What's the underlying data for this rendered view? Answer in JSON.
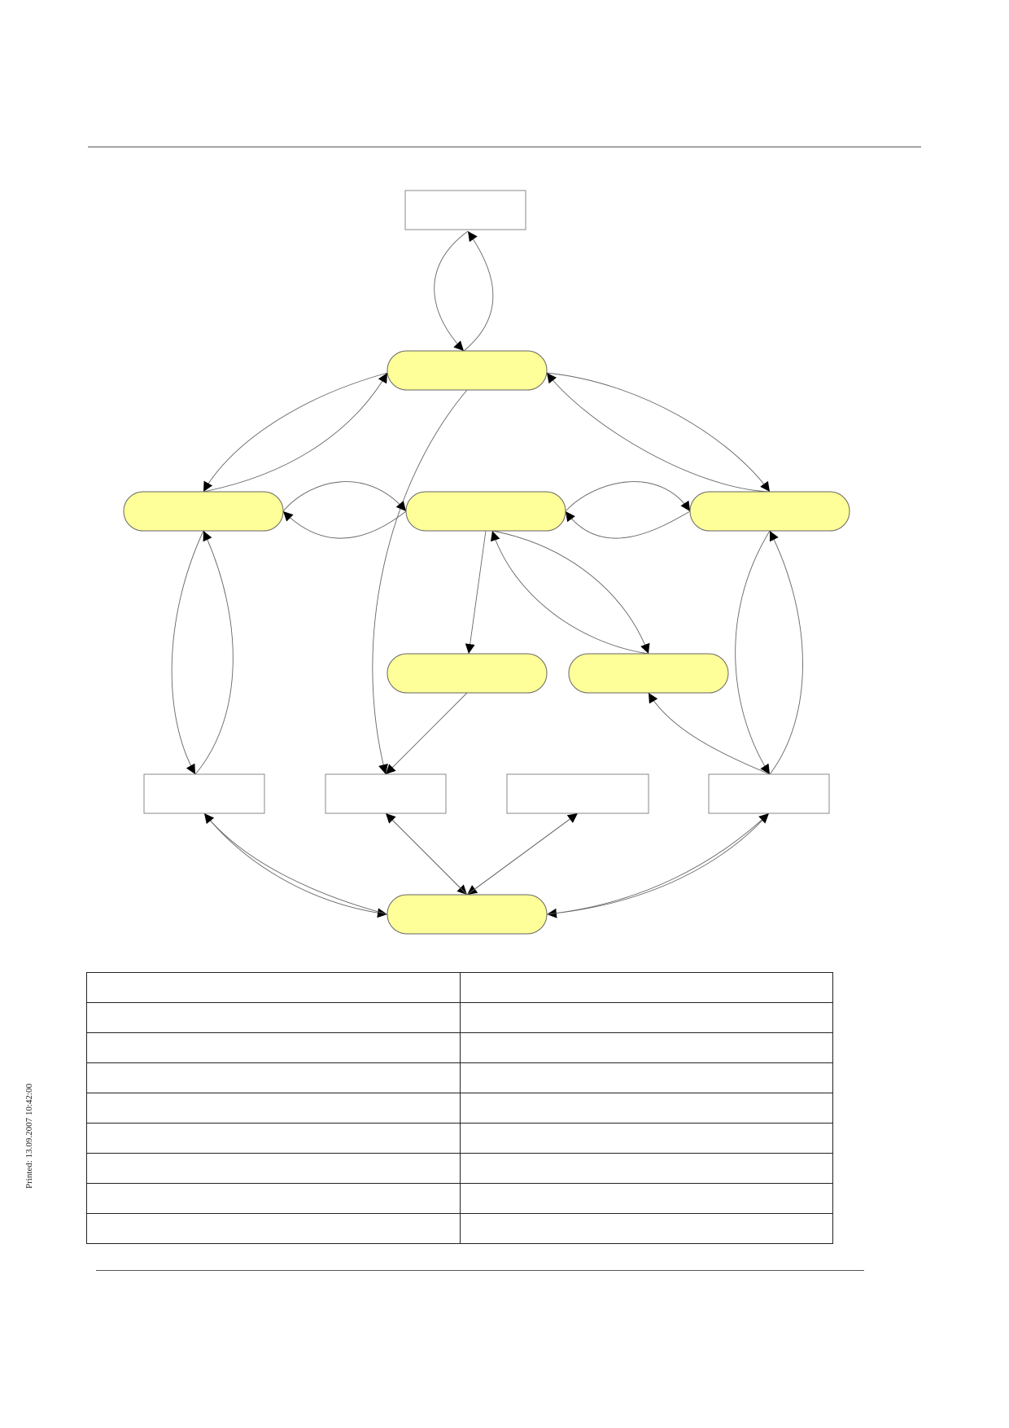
{
  "colors": {
    "state_fill": "#ffff99",
    "state_stroke": "#666666",
    "box_stroke": "#888888",
    "edge": "#666666",
    "arrowhead": "#000000"
  },
  "diagram": {
    "nodes": [
      {
        "id": "box-top",
        "shape": "box",
        "label": ""
      },
      {
        "id": "state-1",
        "shape": "state",
        "label": ""
      },
      {
        "id": "state-left",
        "shape": "state",
        "label": ""
      },
      {
        "id": "state-center",
        "shape": "state",
        "label": ""
      },
      {
        "id": "state-right",
        "shape": "state",
        "label": ""
      },
      {
        "id": "state-mid-left",
        "shape": "state",
        "label": ""
      },
      {
        "id": "state-mid-right",
        "shape": "state",
        "label": ""
      },
      {
        "id": "box-1",
        "shape": "box",
        "label": ""
      },
      {
        "id": "box-2",
        "shape": "box",
        "label": ""
      },
      {
        "id": "box-3",
        "shape": "box",
        "label": ""
      },
      {
        "id": "box-4",
        "shape": "box",
        "label": ""
      },
      {
        "id": "state-bottom",
        "shape": "state",
        "label": ""
      }
    ],
    "edges": [
      {
        "from": "state-1",
        "to": "box-top"
      },
      {
        "from": "box-top",
        "to": "state-1"
      },
      {
        "from": "state-1",
        "to": "state-left"
      },
      {
        "from": "state-left",
        "to": "state-1"
      },
      {
        "from": "state-1",
        "to": "state-right"
      },
      {
        "from": "state-right",
        "to": "state-1"
      },
      {
        "from": "state-1",
        "to": "box-2"
      },
      {
        "from": "state-center",
        "to": "state-left"
      },
      {
        "from": "state-left",
        "to": "state-center"
      },
      {
        "from": "state-right",
        "to": "state-center"
      },
      {
        "from": "state-center",
        "to": "state-right"
      },
      {
        "from": "state-center",
        "to": "state-mid-left"
      },
      {
        "from": "state-center",
        "to": "state-mid-right"
      },
      {
        "from": "state-mid-right",
        "to": "state-center"
      },
      {
        "from": "state-mid-left",
        "to": "box-2"
      },
      {
        "from": "state-left",
        "to": "box-1"
      },
      {
        "from": "box-1",
        "to": "state-left"
      },
      {
        "from": "state-right",
        "to": "box-4"
      },
      {
        "from": "box-4",
        "to": "state-right"
      },
      {
        "from": "box-4",
        "to": "state-mid-right"
      },
      {
        "from": "box-1",
        "to": "state-bottom"
      },
      {
        "from": "state-bottom",
        "to": "box-1"
      },
      {
        "from": "box-2",
        "to": "state-bottom"
      },
      {
        "from": "state-bottom",
        "to": "box-2"
      },
      {
        "from": "box-3",
        "to": "state-bottom"
      },
      {
        "from": "state-bottom",
        "to": "box-3"
      },
      {
        "from": "box-4",
        "to": "state-bottom"
      },
      {
        "from": "state-bottom",
        "to": "box-4"
      }
    ]
  },
  "table": {
    "rows": [
      [
        "",
        ""
      ],
      [
        "",
        ""
      ],
      [
        "",
        ""
      ],
      [
        "",
        ""
      ],
      [
        "",
        ""
      ],
      [
        "",
        ""
      ],
      [
        "",
        ""
      ],
      [
        "",
        ""
      ],
      [
        "",
        ""
      ]
    ]
  },
  "footer": {
    "printed": "Printed: 13.09.2007 10:42:00"
  }
}
